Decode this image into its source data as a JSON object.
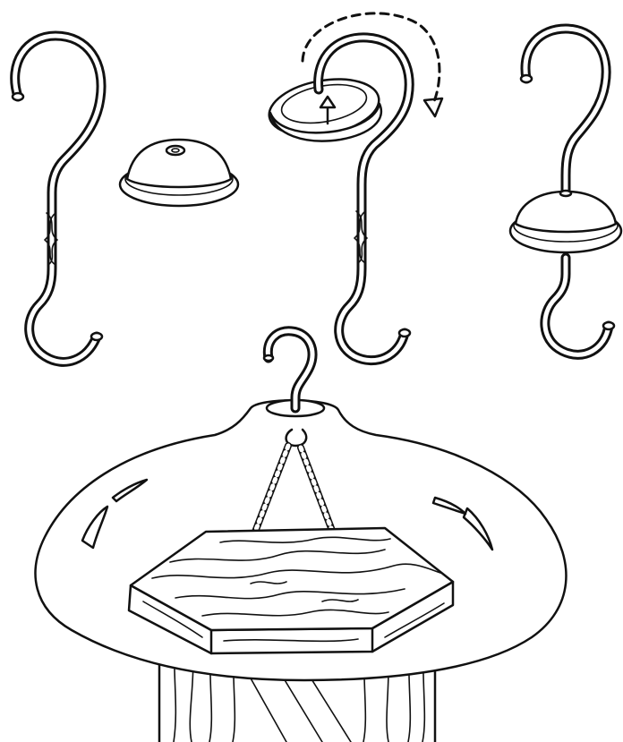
{
  "colors": {
    "ink": "#111111",
    "paper": "#ffffff"
  },
  "illustration": {
    "panels": [
      {
        "role": "s-hook"
      },
      {
        "role": "guard-disc"
      },
      {
        "role": "disc-threaded-onto-hook",
        "motion": "rotate",
        "arrow": "curved-dashed-arrow"
      },
      {
        "role": "hook-with-disc-installed"
      },
      {
        "role": "baffle-dome-with-hexagonal-feeder"
      }
    ]
  }
}
